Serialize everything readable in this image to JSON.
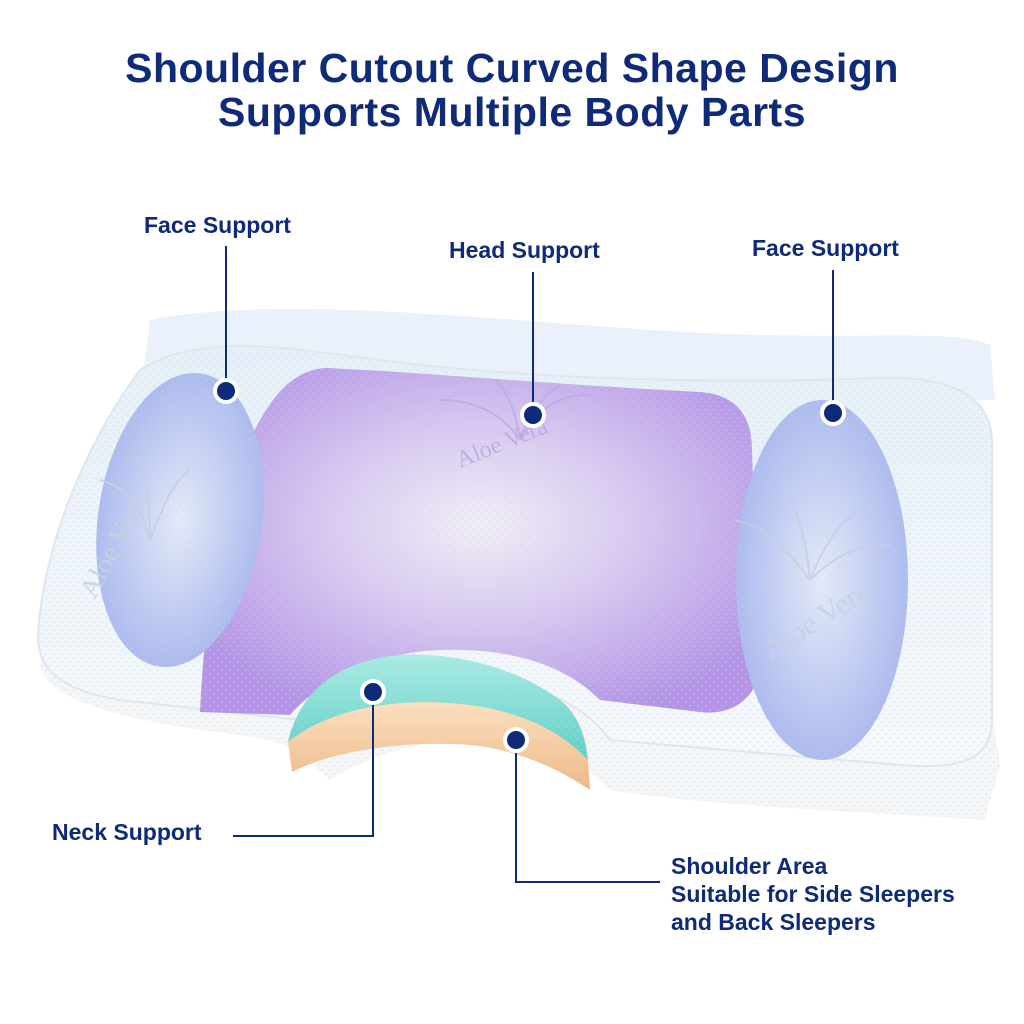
{
  "header": {
    "line1": "Shoulder Cutout Curved Shape Design",
    "line2": "Supports Multiple Body Parts"
  },
  "callouts": {
    "face_left": "Face Support",
    "head": "Head Support",
    "face_right": "Face Support",
    "neck": "Neck Support",
    "shoulder": [
      "Shoulder Area",
      "Suitable for Side Sleepers",
      "and Back Sleepers"
    ]
  },
  "pillow": {
    "embossed_text_1": "Aloe Vera",
    "embossed_text_2": "Aloe Vera",
    "embossed_text_3": "Aloe Vera"
  },
  "colors": {
    "title": "#0e2a78",
    "pointer": "#0e2a78",
    "head_zone": "#b79be6",
    "face_zone": "#aab9ef",
    "neck_zone": "#7fd8d0",
    "base_layer": "#f3c89a"
  }
}
